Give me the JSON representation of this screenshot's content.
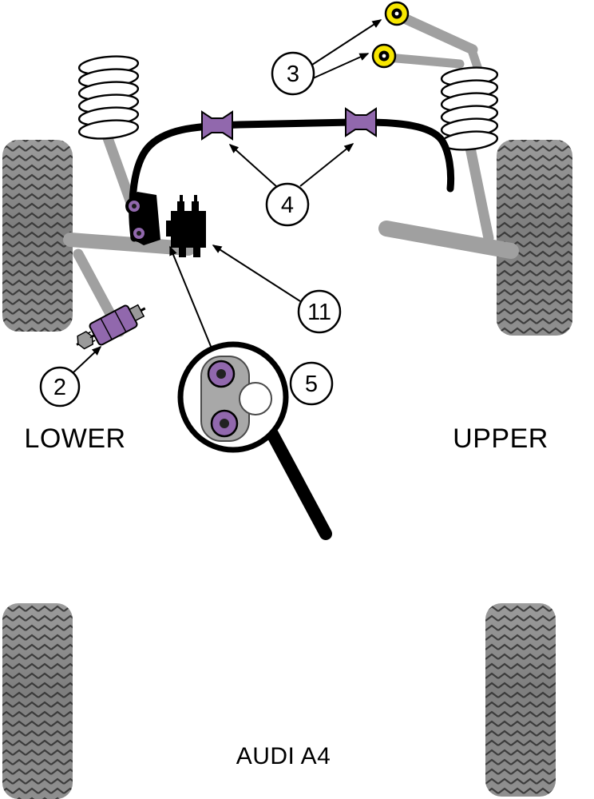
{
  "diagram": {
    "title": "AUDI A4",
    "side_labels": {
      "lower": "LOWER",
      "upper": "UPPER"
    },
    "callouts": [
      {
        "label": "2"
      },
      {
        "label": "3"
      },
      {
        "label": "4"
      },
      {
        "label": "5"
      },
      {
        "label": "11"
      }
    ],
    "colors": {
      "bush_purple": "#9168ad",
      "bush_yellow": "#f7e600",
      "arm_gray": "#a0a0a0",
      "tire_gray": "#8a8a8a"
    }
  }
}
